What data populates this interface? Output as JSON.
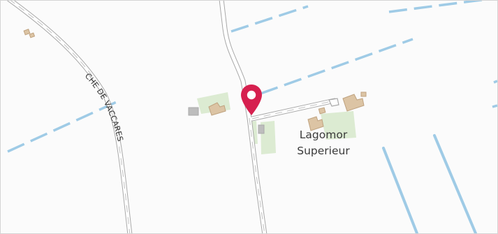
{
  "map": {
    "road_label": "CHE DE VACCARES",
    "place_label": {
      "line1": "Lagomor",
      "line2": "Superieur"
    },
    "colors": {
      "background": "#fbfbfb",
      "water": "#9fcbe6",
      "road_casing": "#a8a8a8",
      "road_fill": "#ffffff",
      "green_area": "#dcebd2",
      "building": "#dcc4a4",
      "building_outline": "#bfa27f",
      "gray_building": "#bdbdbd",
      "marker": "#d6204f"
    },
    "icons": [
      "map-pin-icon"
    ]
  }
}
